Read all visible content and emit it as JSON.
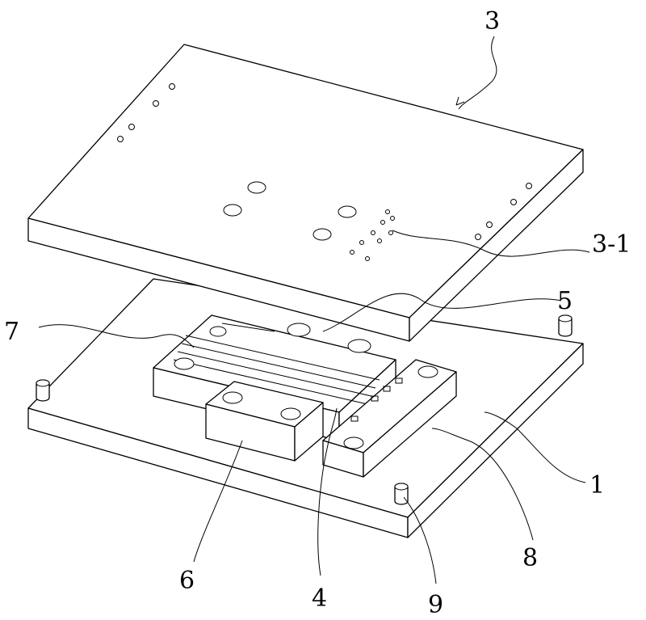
{
  "figure": {
    "labels": {
      "top_plate": "3",
      "top_plate_holes": "3-1",
      "part_5": "5",
      "part_7": "7",
      "base_plate": "1",
      "part_8": "8",
      "part_6": "6",
      "part_4": "4",
      "guide_pin": "9"
    }
  }
}
